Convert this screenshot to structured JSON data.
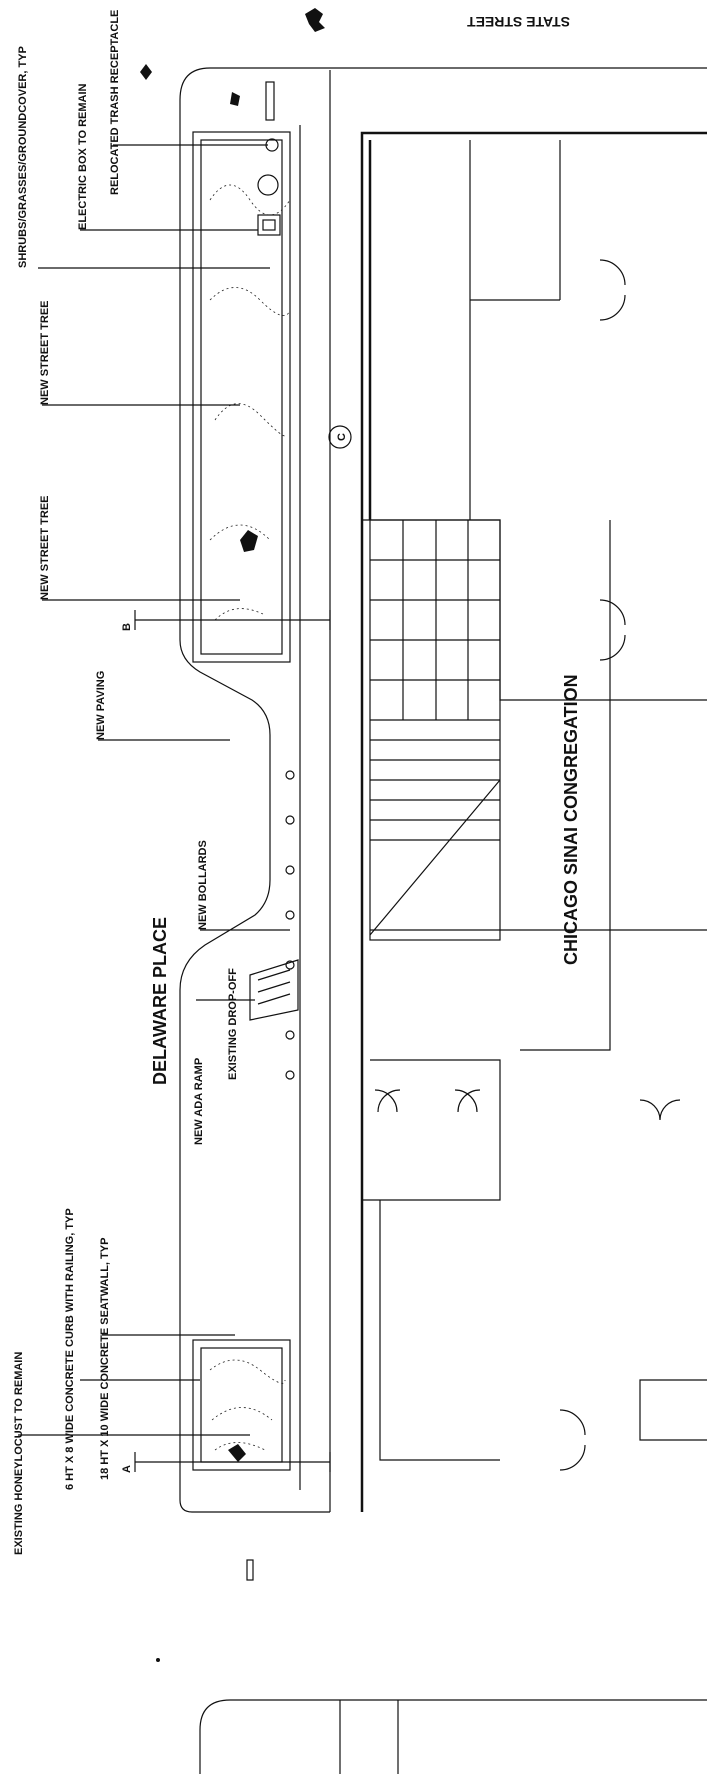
{
  "streets": {
    "state_street": "STATE STREET",
    "delaware_place": "DELAWARE PLACE"
  },
  "building": {
    "name": "CHICAGO SINAI CONGREGATION"
  },
  "callouts": {
    "relocated_trash": "RELOCATED TRASH RECEPTACLE",
    "electric_box": "ELECTRIC BOX TO REMAIN",
    "shrubs": "SHRUBS/GRASSES/GROUNDCOVER, TYP",
    "street_tree_1": "NEW STREET TREE",
    "street_tree_2": "NEW STREET TREE",
    "new_paving": "NEW PAVING",
    "new_bollards": "NEW BOLLARDS",
    "existing_dropoff": "EXISTING DROP-OFF",
    "new_ada_ramp": "NEW ADA RAMP",
    "seatwall": "18 HT X 10 WIDE CONCRETE SEATWALL, TYP",
    "curb": "6 HT X 8 WIDE CONCRETE CURB WITH RAILING, TYP",
    "honeylocust": "EXISTING HONEYLOCUST TO REMAIN"
  },
  "section_marks": {
    "a": "A",
    "b": "B",
    "c": "C"
  }
}
